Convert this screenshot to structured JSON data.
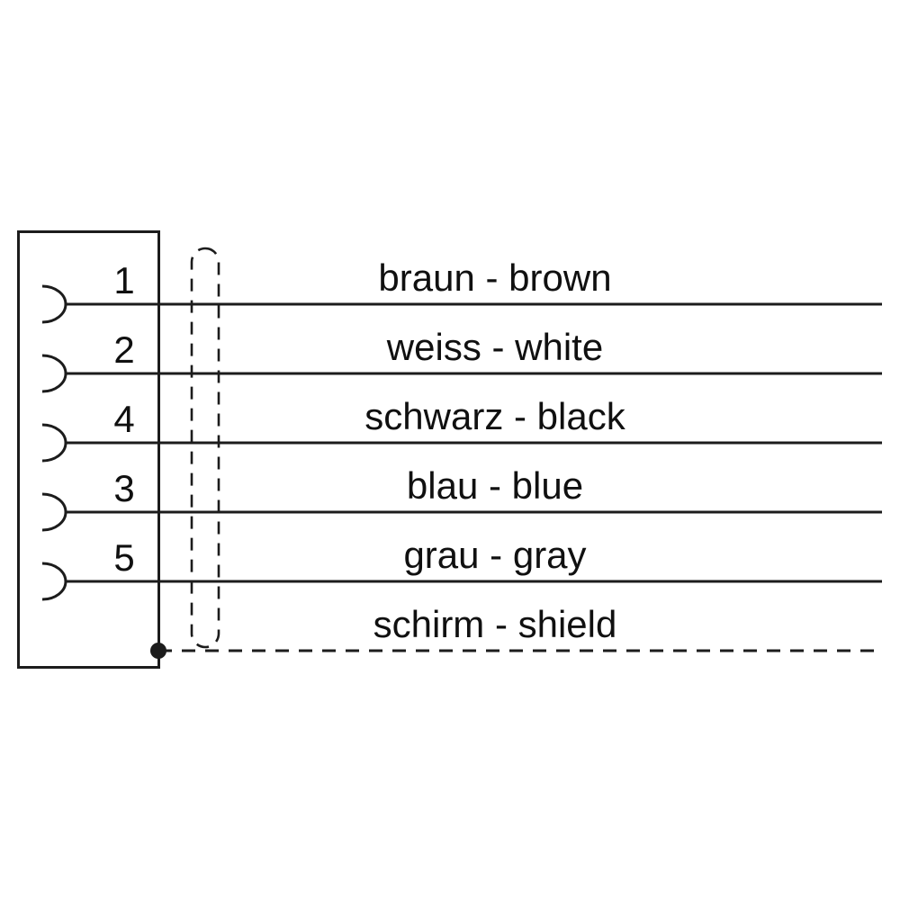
{
  "diagram": {
    "type": "connector-pinout-wiring-diagram",
    "wires": [
      {
        "pin": "1",
        "label": "braun - brown",
        "color_de": "braun",
        "color_en": "brown"
      },
      {
        "pin": "2",
        "label": "weiss - white",
        "color_de": "weiss",
        "color_en": "white"
      },
      {
        "pin": "4",
        "label": "schwarz - black",
        "color_de": "schwarz",
        "color_en": "black"
      },
      {
        "pin": "3",
        "label": "blau - blue",
        "color_de": "blau",
        "color_en": "blue"
      },
      {
        "pin": "5",
        "label": "grau - gray",
        "color_de": "grau",
        "color_en": "gray"
      }
    ],
    "shield": {
      "label": "schirm - shield",
      "name_de": "schirm",
      "name_en": "shield"
    },
    "colors": {
      "background": "#ffffff",
      "stroke": "#1c1c1c",
      "text": "#101010"
    }
  }
}
